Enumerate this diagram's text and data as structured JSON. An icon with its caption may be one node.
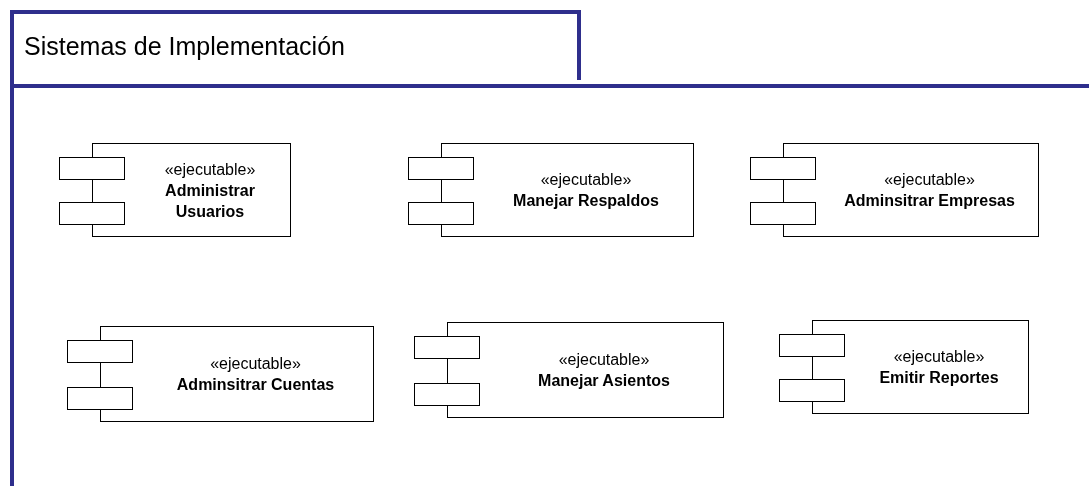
{
  "diagram": {
    "nodes": [
      {
        "text": [
          "Sistemas de Implementación"
        ]
      },
      {
        "text": [
          "«ejecutable»",
          "Administrar Usuarios"
        ],
        "in": 0
      },
      {
        "text": [
          "«ejecutable»",
          "Manejar Respaldos"
        ],
        "in": 0
      },
      {
        "text": [
          "«ejecutable»",
          "Adminsitrar Empresas"
        ],
        "in": 0
      },
      {
        "text": [
          "«ejecutable»",
          "Adminsitrar Cuentas"
        ],
        "in": 0
      },
      {
        "text": [
          "«ejecutable»",
          "Manejar Asientos"
        ],
        "in": 0
      },
      {
        "text": [
          "«ejecutable»",
          "Emitir Reportes"
        ],
        "in": 0
      }
    ],
    "edges": []
  }
}
